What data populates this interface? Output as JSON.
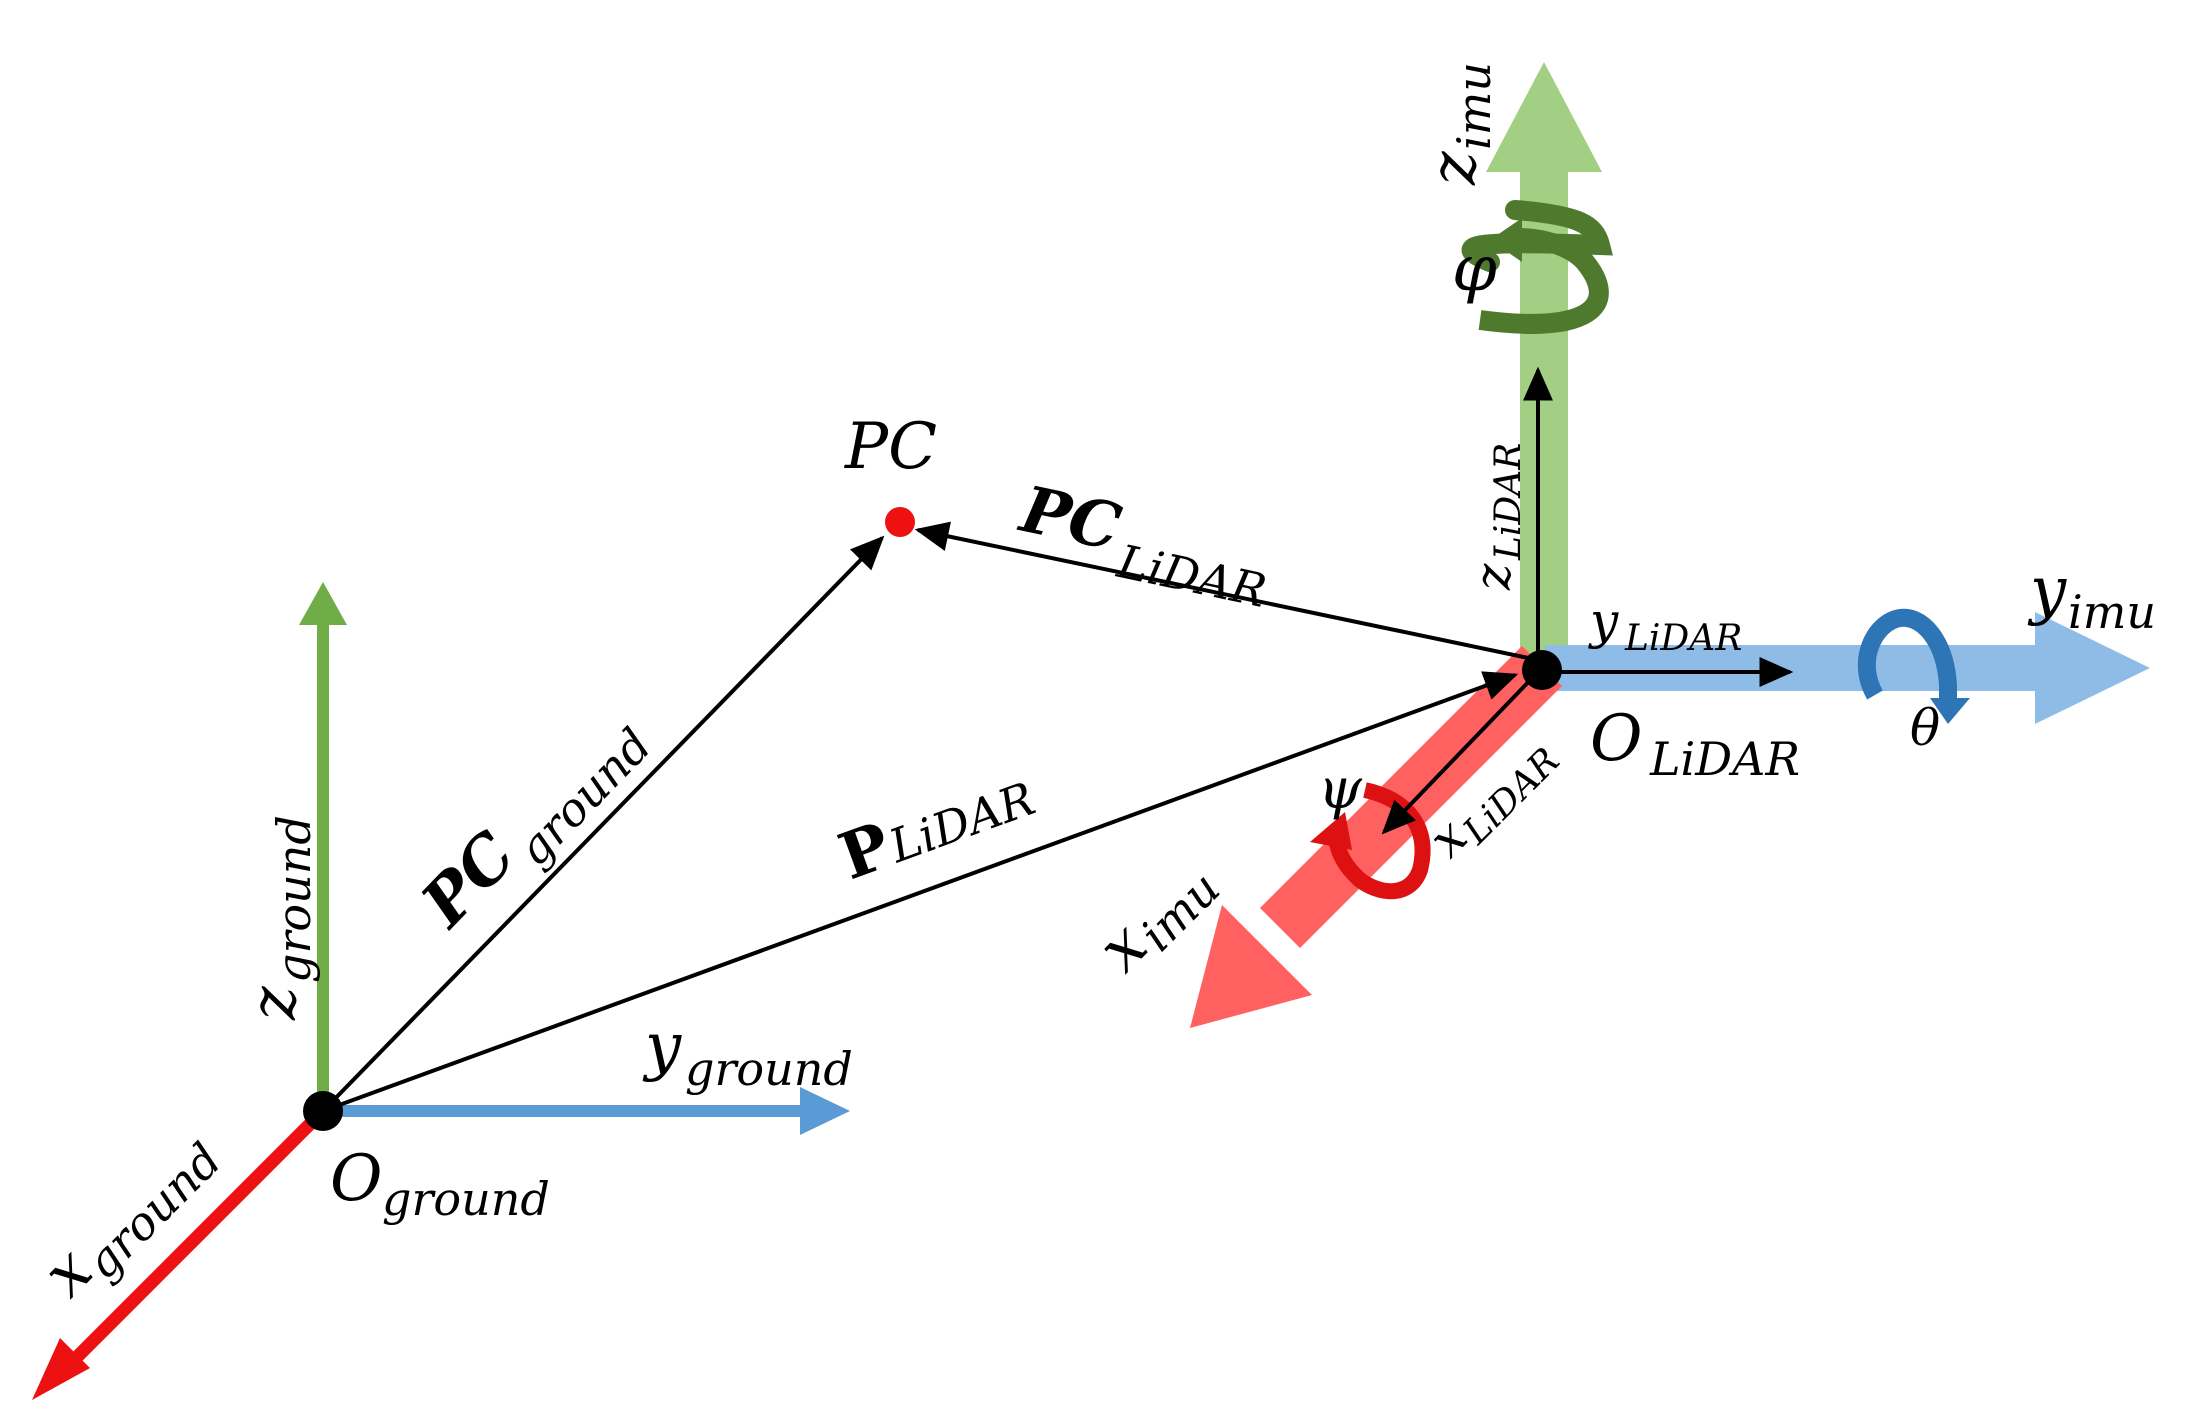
{
  "colors": {
    "x_ground": "#ee1111",
    "y_ground": "#5b9bd5",
    "z_ground": "#70ad47",
    "x_imu": "#ff6161",
    "y_imu": "#8fbce6",
    "z_imu": "#a3cf84",
    "phi_arrow": "#4f7a2e",
    "theta_arrow": "#2e75b6",
    "psi_arrow": "#dd1111",
    "vector": "#000000",
    "point": "#ee1111"
  },
  "labels": {
    "pc_point": "PC",
    "pc_lidar_main": "PC",
    "pc_lidar_sub": "LiDAR",
    "pc_ground_main": "PC",
    "pc_ground_sub": "ground",
    "p_lidar_main": "P",
    "p_lidar_sub": "LiDAR",
    "z_imu_main": "z",
    "z_imu_sub": "imu",
    "y_imu_main": "y",
    "y_imu_sub": "imu",
    "x_imu_main": "x",
    "x_imu_sub": "imu",
    "z_lidar_main": "z",
    "z_lidar_sub": "LiDAR",
    "y_lidar_main": "y",
    "y_lidar_sub": "LiDAR",
    "x_lidar_main": "x",
    "x_lidar_sub": "LiDAR",
    "o_lidar_main": "O",
    "o_lidar_sub": "LiDAR",
    "z_ground_main": "z",
    "z_ground_sub": "ground",
    "y_ground_main": "y",
    "y_ground_sub": "ground",
    "x_ground_main": "x",
    "x_ground_sub": "ground",
    "o_ground_main": "O",
    "o_ground_sub": "ground",
    "phi": "φ",
    "theta": "θ",
    "psi": "ψ"
  }
}
